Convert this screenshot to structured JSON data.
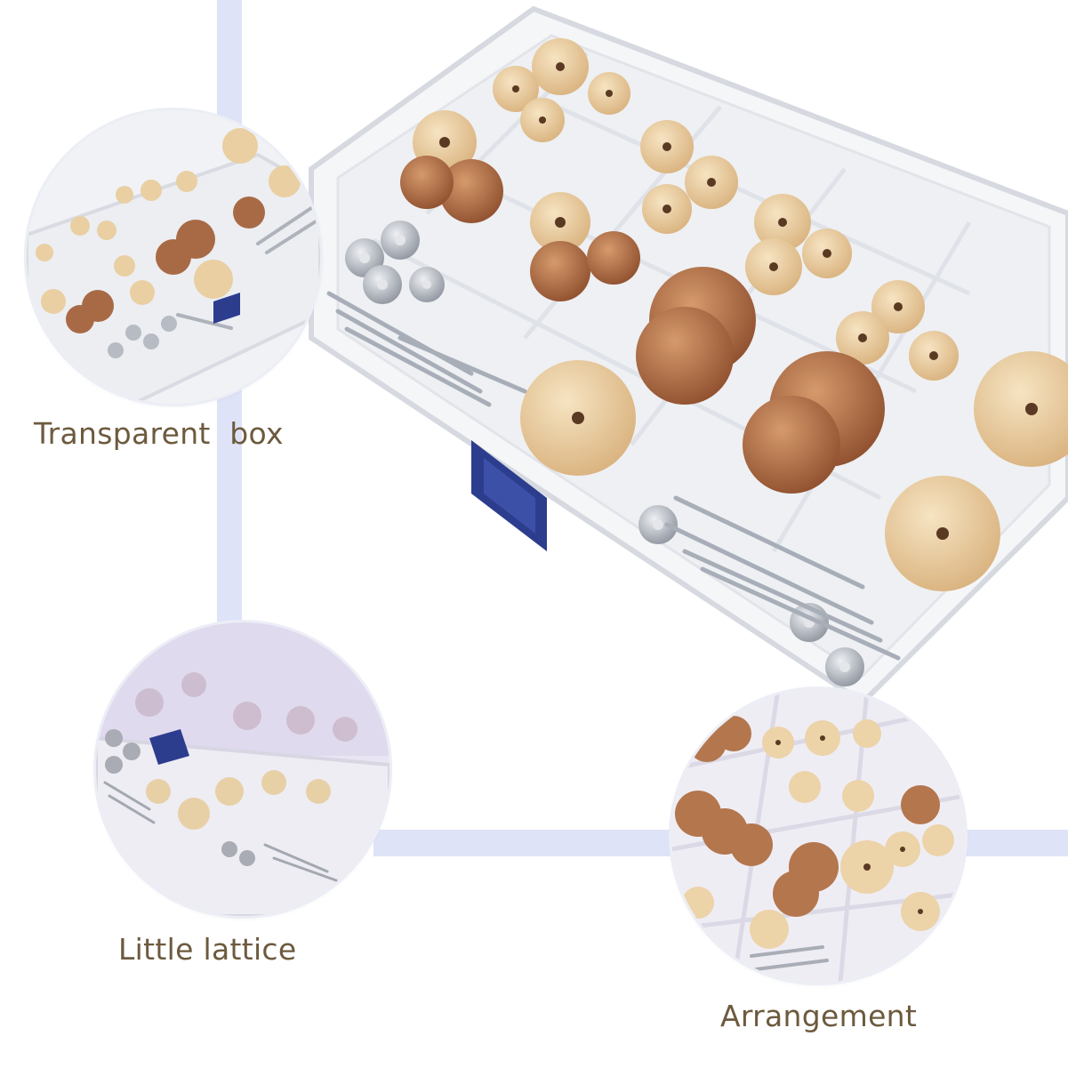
{
  "captions": {
    "transparent_box": "Transparent  box",
    "little_lattice": "Little lattice",
    "arrangement": "Arrangement"
  },
  "colors": {
    "wood_light": "#ecd3a8",
    "wood_dark": "#b0704a",
    "metal": "#b9bec6",
    "latch": "#2c3d8e",
    "caption_text": "#6d5a3e",
    "guide_line": "#dfe3f8"
  }
}
